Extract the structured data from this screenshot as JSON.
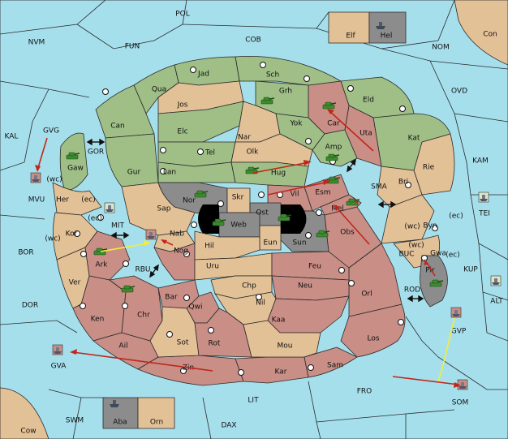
{
  "colors": {
    "sea": "#a6dfec",
    "green": "#9fbf86",
    "tan": "#e3c197",
    "rose": "#c98e86",
    "gray": "#8c8c8c",
    "unit_green": "#3d8a2f",
    "fleet_gray": "#7d8b92",
    "arrow_red": "#c0271c",
    "arrow_yellow": "#f2ee3a"
  },
  "sea_labels": [
    "POL",
    "NVM",
    "FUN",
    "COB",
    "NOM",
    "OVD",
    "Con",
    "KAL",
    "GVG",
    "KAM",
    "BOR",
    "DOR",
    "ALT",
    "KUP",
    "TEI",
    "SMA",
    "GOR",
    "MIT",
    "RBU",
    "BUC",
    "ROD",
    "GVP",
    "GVA",
    "SOM",
    "FRO",
    "SWM",
    "LIT",
    "DAX",
    "Cow",
    "MVU",
    "(wc)",
    "(ec)",
    "(wc)",
    "(ec)",
    "(wc)",
    "(ec)"
  ],
  "province_labels": [
    "Elf",
    "Hel",
    "Jad",
    "Sch",
    "Qua",
    "Jos",
    "Grh",
    "Can",
    "Elc",
    "Nar",
    "Yok",
    "Car",
    "Eld",
    "Uta",
    "Kat",
    "Amp",
    "Tel",
    "Olk",
    "Gur",
    "Lan",
    "Hug",
    "Gaw",
    "Rie",
    "Bri",
    "Nor",
    "Skr",
    "Ost",
    "Vil",
    "Esm",
    "Mel",
    "Sap",
    "Web",
    "Her",
    "Kor",
    "Nab",
    "Hil",
    "Eun",
    "Sun",
    "Obs",
    "Byn",
    "Gwa",
    "Pir",
    "Ark",
    "Nog",
    "Uru",
    "Feu",
    "Ver",
    "Chp",
    "Neu",
    "Orl",
    "Bar",
    "Qwi",
    "Nil",
    "Ken",
    "Chr",
    "Kaa",
    "Sot",
    "Rot",
    "Ail",
    "Mou",
    "Los",
    "Zin",
    "Kar",
    "Sam",
    "Aba",
    "Orn"
  ]
}
